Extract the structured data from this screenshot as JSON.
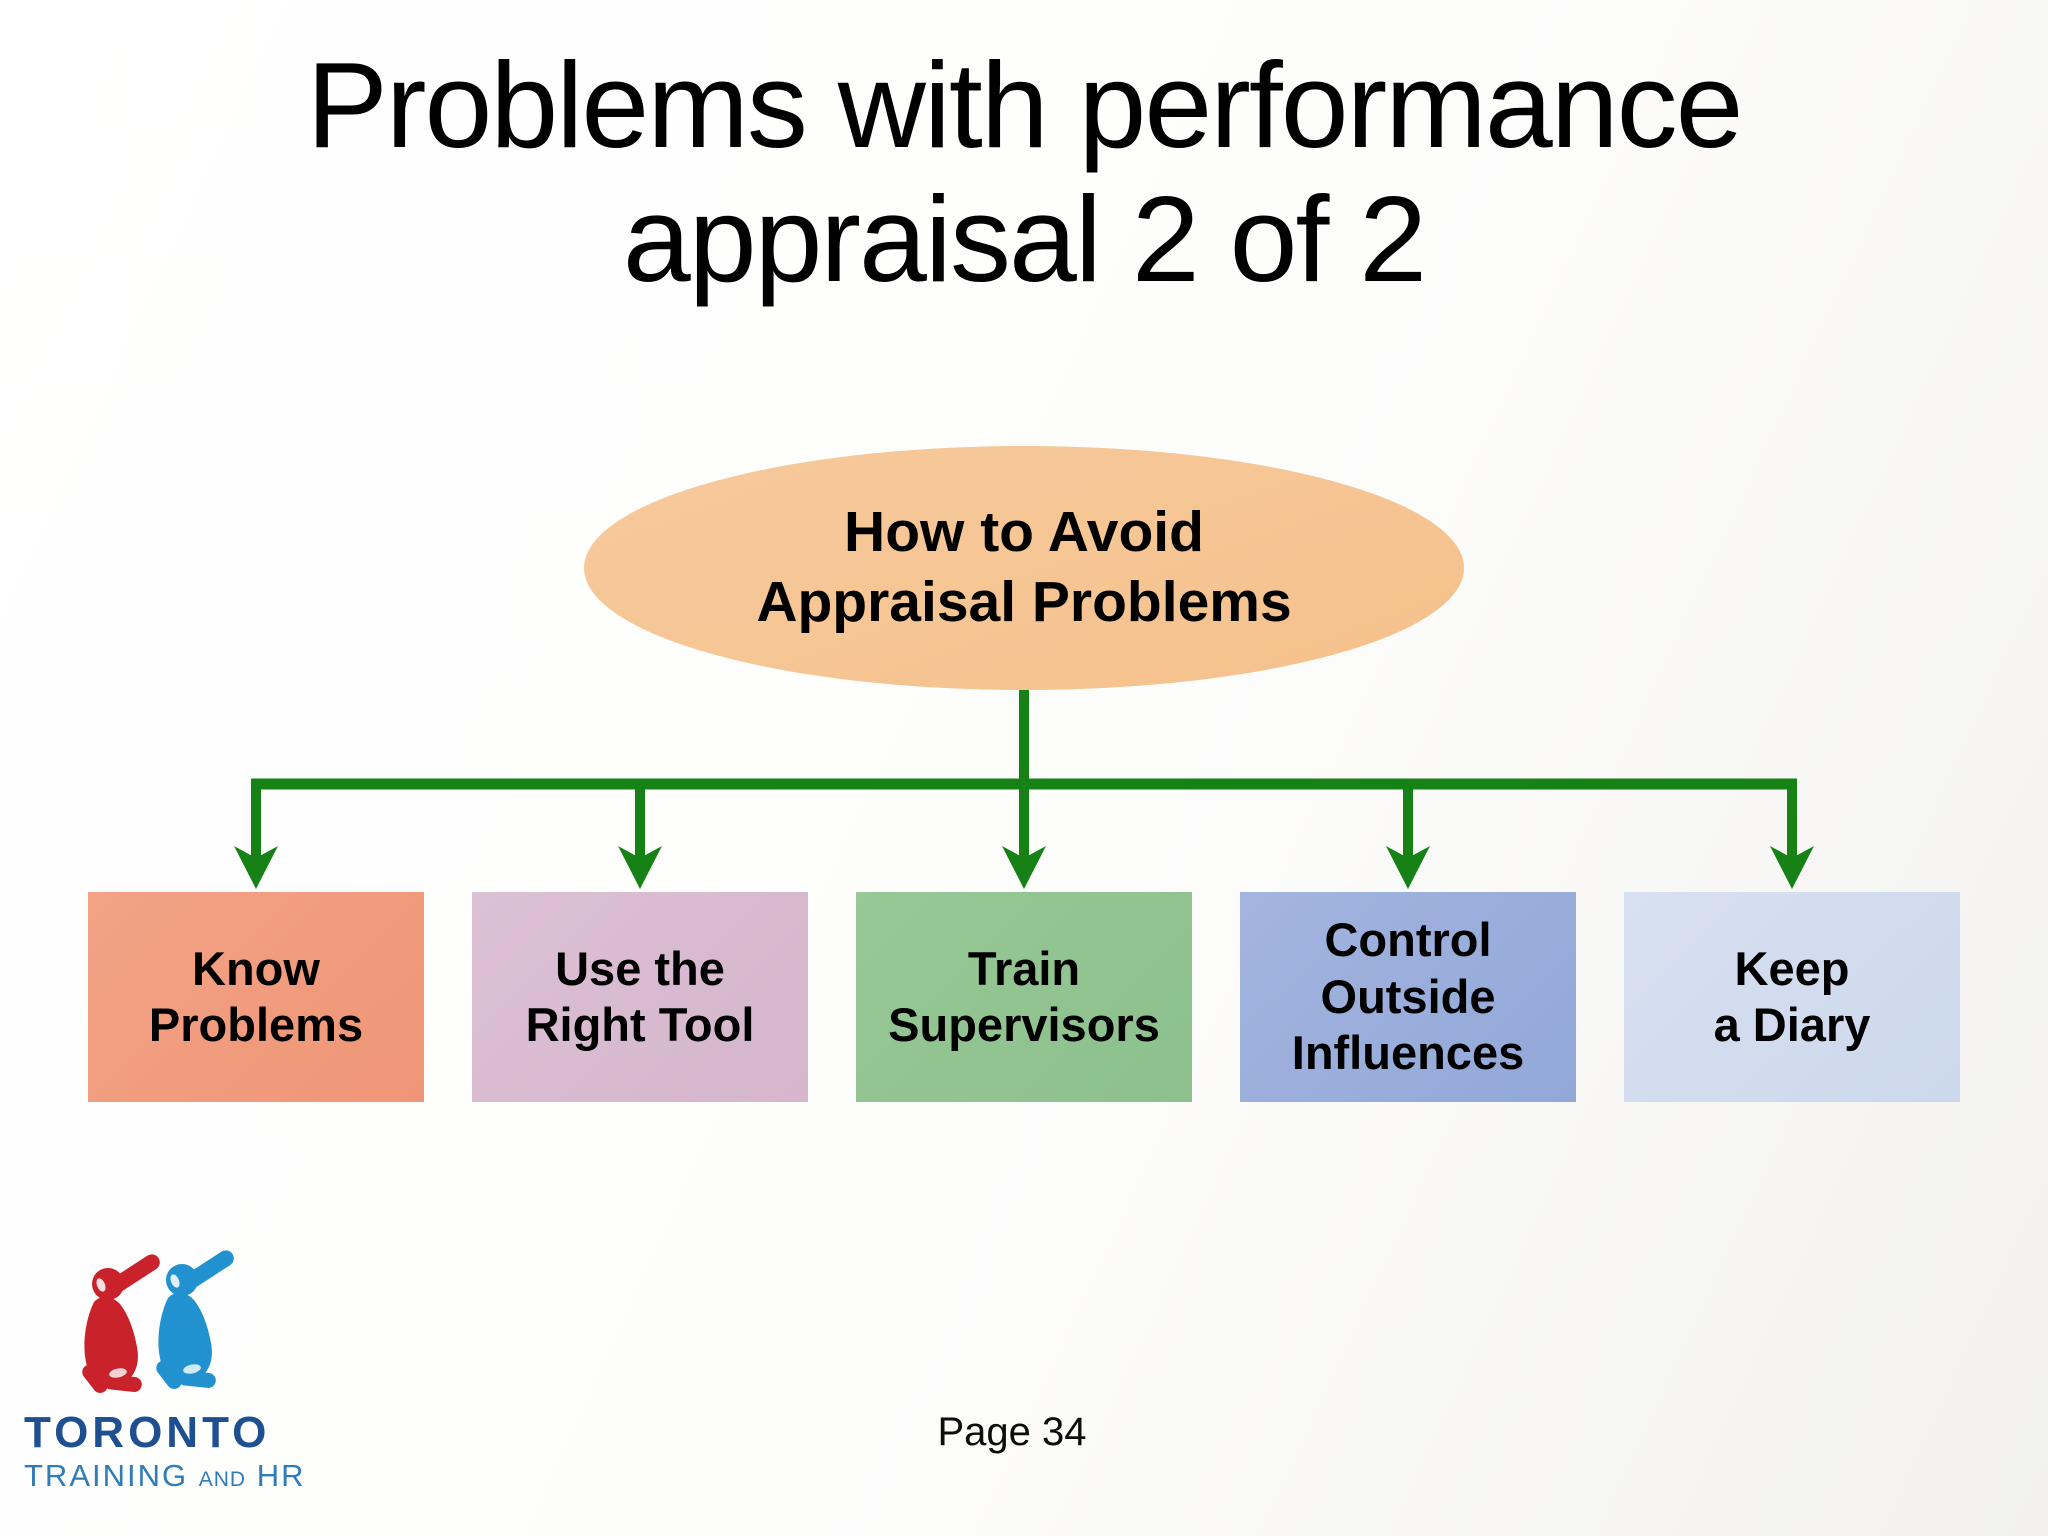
{
  "slide": {
    "title": {
      "line1": "Problems with performance",
      "line2": "appraisal 2 of 2"
    },
    "footer": {
      "page_label": "Page 34"
    }
  },
  "diagram": {
    "root": {
      "lines": [
        "How to Avoid",
        "Appraisal Problems"
      ],
      "fill": "#F5C18C"
    },
    "connector_color": "#168216",
    "nodes": [
      {
        "lines": [
          "Know",
          "Problems"
        ],
        "fill": "#F19B7D"
      },
      {
        "lines": [
          "Use the",
          "Right Tool"
        ],
        "fill": "#D8BCD0"
      },
      {
        "lines": [
          "Train",
          "Supervisors"
        ],
        "fill": "#91C491"
      },
      {
        "lines": [
          "Control",
          "Outside",
          "Influences"
        ],
        "fill": "#9AAEDB"
      },
      {
        "lines": [
          "Keep",
          "a Diary"
        ],
        "fill": "#D3DCEE"
      }
    ]
  },
  "logo": {
    "title": "TORONTO",
    "subtitle": {
      "word1": "TRAINING",
      "word2": "AND",
      "word3": "HR"
    },
    "colors": {
      "title_blue": "#1D4F91",
      "subtitle_blue": "#2E7CB8",
      "figure_red": "#C9222B",
      "figure_blue": "#2191D0"
    }
  },
  "colors": {
    "background": "#FAF9F7",
    "text": "#000000",
    "connector_green": "#168216"
  }
}
